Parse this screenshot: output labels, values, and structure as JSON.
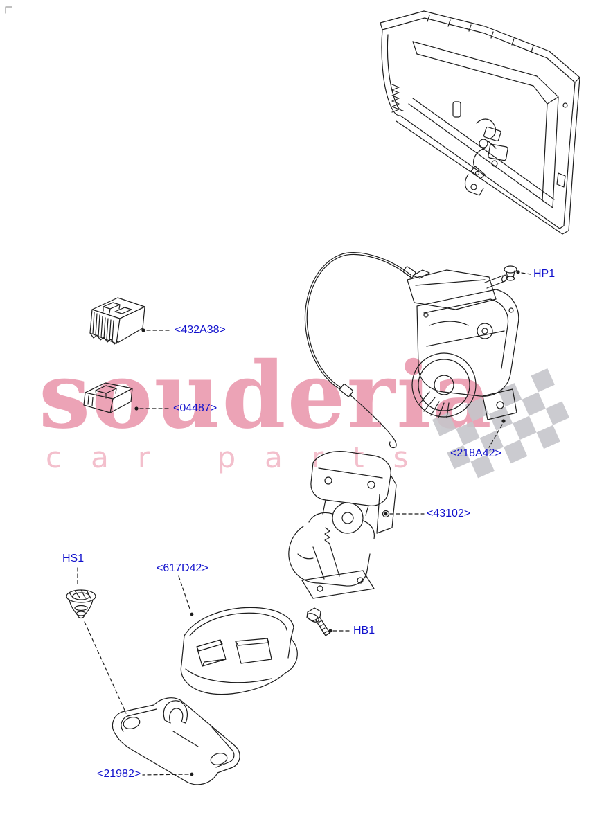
{
  "watermark": {
    "brand": "souderia",
    "subtitle": "car parts",
    "brand_color": "#eca3b6",
    "subtitle_color": "#f3bfcc",
    "flag_color": "#c6c6cb"
  },
  "diagram": {
    "line_color": "#1c1c1c",
    "label_color": "#1212cd",
    "labels": [
      {
        "id": "432A38",
        "text": "<432A38>"
      },
      {
        "id": "04487",
        "text": "<04487>"
      },
      {
        "id": "HP1",
        "text": "HP1"
      },
      {
        "id": "218A42",
        "text": "<218A42>"
      },
      {
        "id": "43102",
        "text": "<43102>"
      },
      {
        "id": "HS1",
        "text": "HS1"
      },
      {
        "id": "617D42",
        "text": "<617D42>"
      },
      {
        "id": "HB1",
        "text": "HB1"
      },
      {
        "id": "21982",
        "text": "<21982>"
      }
    ]
  }
}
